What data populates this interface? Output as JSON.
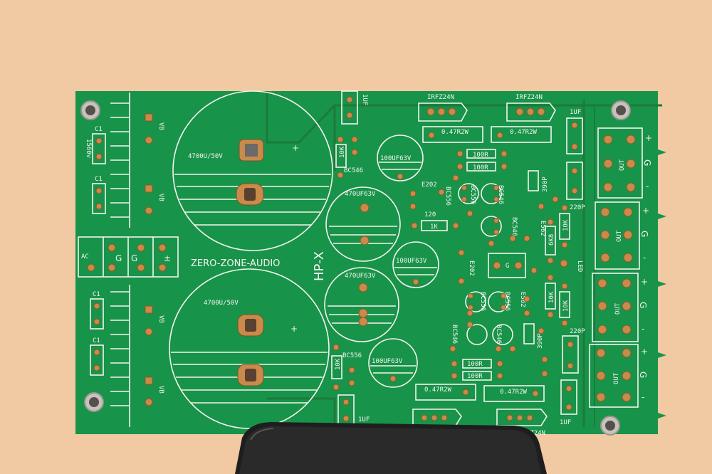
{
  "scene": {
    "colors": {
      "background": "#f1c9a2",
      "pcb": "#18934a",
      "silkscreen": "#f4f4ee",
      "copper": "#c98a4a",
      "phone": "#1e1e1e"
    }
  },
  "labels": {
    "brand": "ZERO-ZONE-AUDIO",
    "model": "HP-X",
    "cap_big_top": "4700U/50V",
    "cap_big_bottom": "4700U/50V",
    "cap_470_top": "470UF63V",
    "cap_470_bottom": "470UF63V",
    "cap_100_top": "100UF63V",
    "cap_100_mid": "100UF63V",
    "cap_100_bottom": "100UF63V",
    "mosfet_top_left": "IRFZ24N",
    "mosfet_top_right": "IRFZ24N",
    "mosfet_bottom": "IRFZ24N",
    "res_047_1": "0.47R2W",
    "res_047_2": "0.47R2W",
    "res_047_3": "0.47R2W",
    "res_047_4": "0.47R2W",
    "res_100r_1": "100R",
    "res_100r_2": "100R",
    "res_100r_3": "100R",
    "res_100r_4": "100R",
    "res_10k": "10K",
    "res_1k": "1K",
    "res_120": "120",
    "res_6k8": "6K8",
    "cap_1uf": "1UF",
    "cap_220p": "220P",
    "cap_390p": "390P",
    "t_bc546": "BC546",
    "t_bc556": "BC556",
    "t_e202": "E202",
    "t_e562": "E562",
    "c1": "C1",
    "gnd": "G",
    "ac": "AC",
    "led": "LED",
    "out": "OUT",
    "plus": "+",
    "minus": "-",
    "plus_minus": "±",
    "vb": "VB",
    "s1560": "1560v"
  }
}
